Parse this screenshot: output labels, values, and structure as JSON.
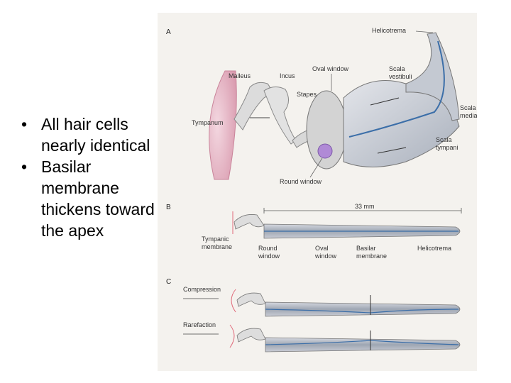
{
  "bullets": [
    "All hair cells nearly identical",
    "Basilar membrane thickens toward the apex"
  ],
  "figure": {
    "panel_a": {
      "letter": "A",
      "labels": {
        "helicotrema": "Helicotrema",
        "malleus": "Malleus",
        "incus": "Incus",
        "oval_window": "Oval window",
        "scala_vestibuli": [
          "Scala",
          "vestibuli"
        ],
        "stapes": "Stapes",
        "scala_media": [
          "Scala",
          "media"
        ],
        "tympanum": "Tympanum",
        "scala_tympani": [
          "Scala",
          "tympani"
        ],
        "round_window": "Round window"
      }
    },
    "panel_b": {
      "letter": "B",
      "length": "33 mm",
      "labels": {
        "tympanic_membrane": [
          "Tympanic",
          "membrane"
        ],
        "round_window": [
          "Round",
          "window"
        ],
        "oval_window": [
          "Oval",
          "window"
        ],
        "basilar_membrane": [
          "Basilar",
          "membrane"
        ],
        "helicotrema": "Helicotrema"
      }
    },
    "panel_c": {
      "letter": "C",
      "labels": {
        "compression": "Compression",
        "rarefaction": "Rarefaction"
      }
    }
  }
}
